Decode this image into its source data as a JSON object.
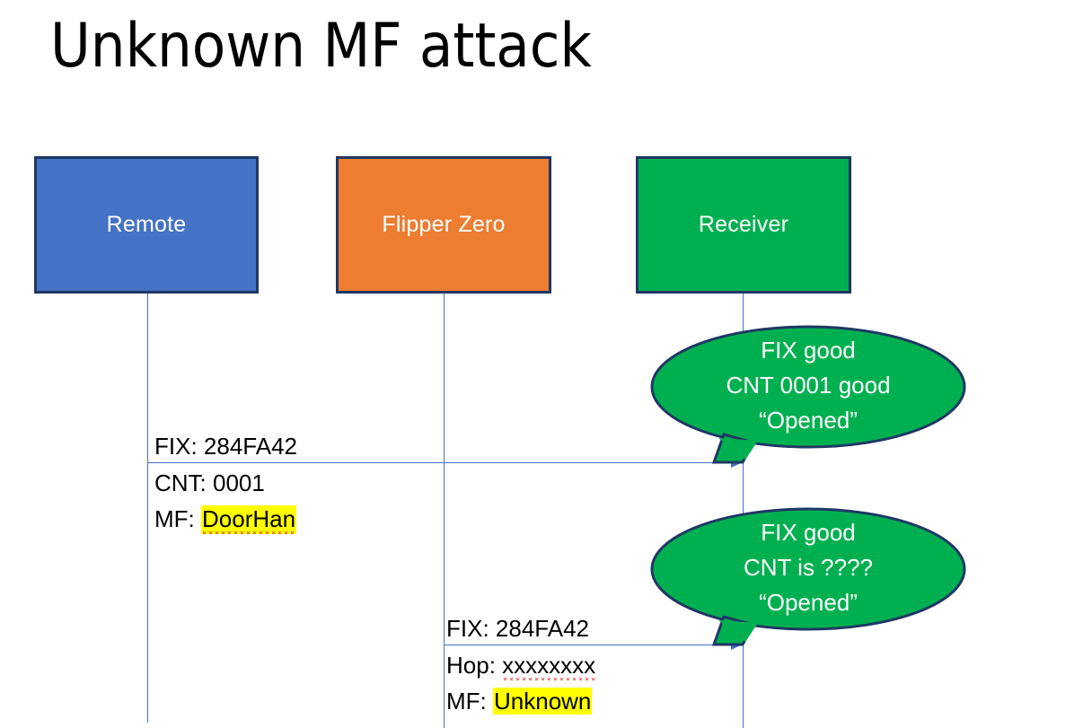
{
  "slide": {
    "title": "Unknown MF attack",
    "background_color": "#FFFFFF"
  },
  "colors": {
    "remote_fill": "#4472C4",
    "flipper_fill": "#ED7D31",
    "receiver_fill": "#00B050",
    "box_border": "#1F3864",
    "callout_fill": "#00B050",
    "callout_border": "#1F3864",
    "line": "#4472C4",
    "highlight": "#FFFF00",
    "spellcheck_underline": "#E03030",
    "text_dark": "#000000",
    "text_light": "#FFFFFF"
  },
  "actors": [
    {
      "id": "remote",
      "label": "Remote"
    },
    {
      "id": "flipper",
      "label": "Flipper Zero"
    },
    {
      "id": "receiver",
      "label": "Receiver"
    }
  ],
  "messages": [
    {
      "id": "msg-remote-to-receiver",
      "from": "remote",
      "to": "receiver",
      "lines": [
        {
          "label": "FIX: ",
          "value": "284FA42",
          "highlight": false,
          "spellcheck_error": false
        },
        {
          "label": "CNT: ",
          "value": "0001",
          "highlight": false,
          "spellcheck_error": false
        },
        {
          "label": "MF: ",
          "value": "DoorHan",
          "highlight": true,
          "spellcheck_error": true
        }
      ]
    },
    {
      "id": "msg-flipper-to-receiver",
      "from": "flipper",
      "to": "receiver",
      "lines": [
        {
          "label": "FIX: ",
          "value": "284FA42",
          "highlight": false,
          "spellcheck_error": false
        },
        {
          "label": "Hop: ",
          "value": "xxxxxxxx",
          "highlight": false,
          "spellcheck_error": true
        },
        {
          "label": "MF: ",
          "value": "Unknown",
          "highlight": true,
          "spellcheck_error": false
        }
      ]
    }
  ],
  "callouts": [
    {
      "id": "callout-first",
      "lines": [
        "FIX good",
        "CNT 0001 good",
        "“Opened”"
      ]
    },
    {
      "id": "callout-second",
      "lines": [
        "FIX good",
        "CNT is ????",
        "“Opened”"
      ]
    }
  ]
}
